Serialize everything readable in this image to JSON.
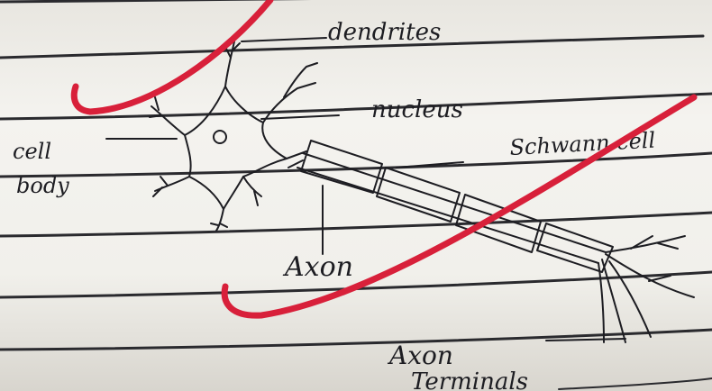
{
  "diagram": {
    "labels": {
      "dendrites": "dendrites",
      "nucleus": "nucleus",
      "cell_body_line1": "cell",
      "cell_body_line2": "body",
      "schwann_cell": "Schwann cell",
      "axon": "Axon",
      "axon_terminals_line1": "Axon",
      "axon_terminals_line2": "Terminals"
    },
    "colors": {
      "ink": "#1d1d22",
      "correction_marks": "#d8203a",
      "ruled_lines": "#2a2a2e",
      "paper": "#f1f0eb"
    }
  }
}
